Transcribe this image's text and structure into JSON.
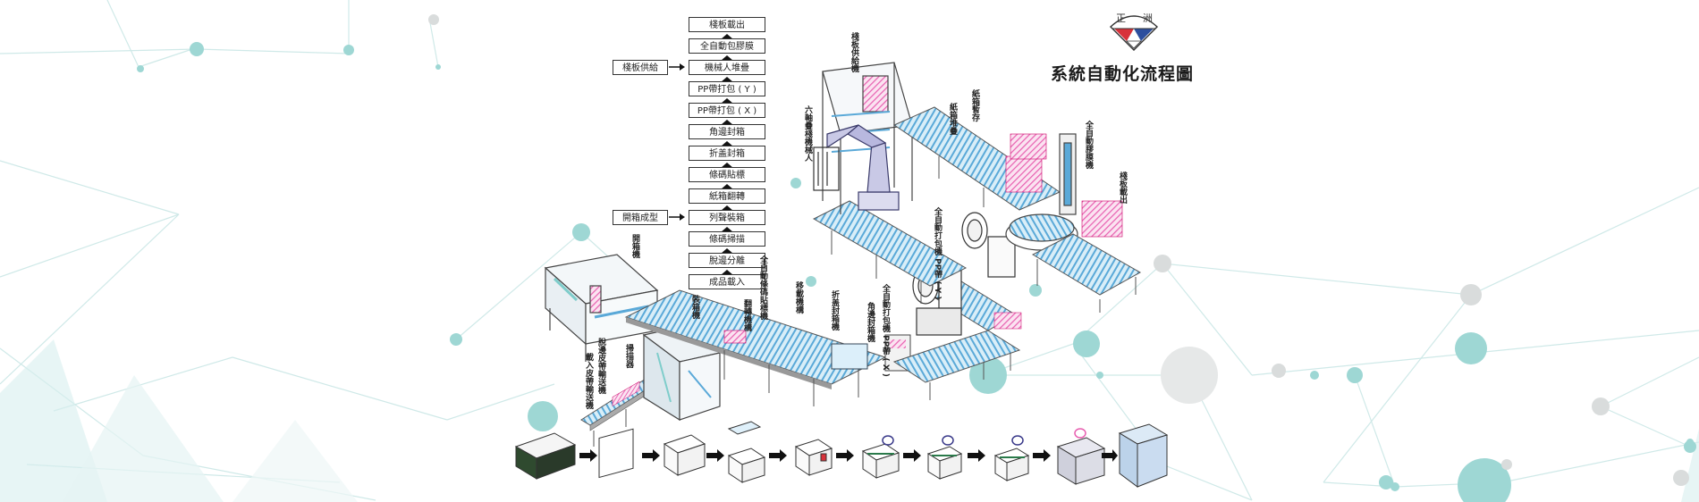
{
  "logo": {
    "text_left": "正",
    "text_right": "洲",
    "colors": {
      "red": "#d8323a",
      "blue": "#2d4f9e",
      "white": "#ffffff"
    }
  },
  "title": "系統自動化流程圖",
  "process_steps": [
    "成品載入",
    "脫邊分離",
    "條碼掃描",
    "列聲裝箱",
    "紙箱翻轉",
    "條碼貼標",
    "折盖封箱",
    "角邊封箱",
    "PP帶打包 ( X )",
    "PP帶打包 ( Y )",
    "機械人堆疊",
    "全自動包膠膜",
    "棧板載出"
  ],
  "side_inputs": {
    "box_forming": "開箱成型",
    "pallet_supply": "棧板供給"
  },
  "machine_labels": [
    "開箱機",
    "載入皮帶輸送機",
    "脫邊皮帶輸送機",
    "掃描器",
    "裝箱機",
    "翻轉機構",
    "全自動條碼貼標機",
    "移載機構",
    "折盖封箱機",
    "全自動打包機 PP帶 ( X )",
    "角邊封箱機",
    "全自動打包機 PP帶 ( Y )",
    "六軸疊棧機械人",
    "棧板供給機",
    "紙箱堆疊",
    "紙箱暫存",
    "全自動膠膜機",
    "棧板載出"
  ],
  "palette": {
    "teal": "#7fcdcb",
    "teal_dark": "#4fb3b0",
    "conveyor": "#5aa9d8",
    "frame": "#555555",
    "pink": "#e85fb0",
    "purple": "#6a5acd"
  }
}
